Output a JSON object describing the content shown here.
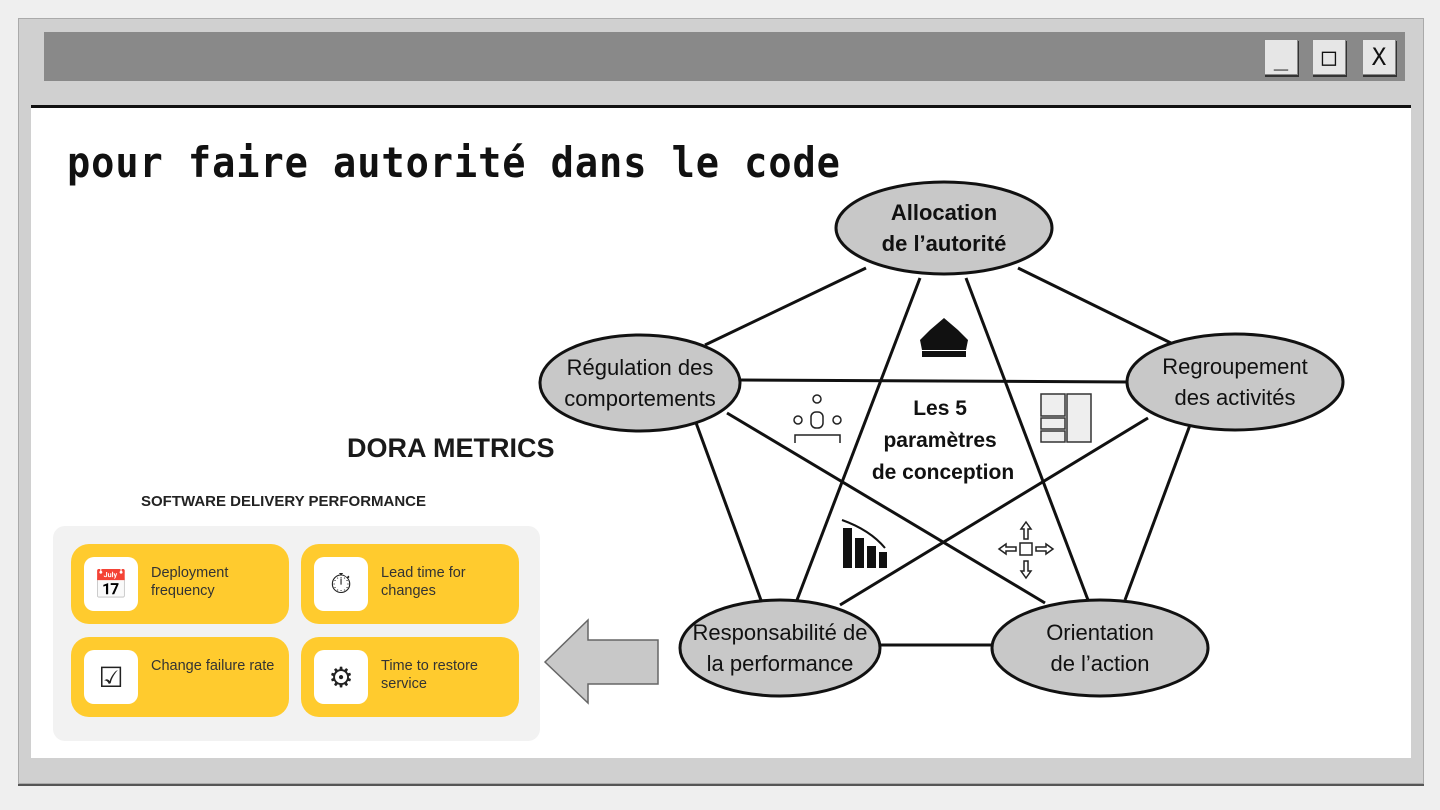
{
  "window": {
    "controls": {
      "minimize": "_",
      "maximize": "□",
      "close": "X"
    }
  },
  "heading": "pour faire autorité dans le code",
  "dora": {
    "title": "DORA METRICS",
    "subtitle": "SOFTWARE DELIVERY PERFORMANCE",
    "accent": "#ffcb2e",
    "cards": [
      {
        "label": "Deployment frequency",
        "icon": "calendar-icon"
      },
      {
        "label": "Lead time for changes",
        "icon": "stopwatch-icon"
      },
      {
        "label": "Change failure rate",
        "icon": "checklist-icon"
      },
      {
        "label": "Time to restore service",
        "icon": "gear-wrench-icon"
      }
    ]
  },
  "diagram": {
    "center": [
      "Les 5",
      "paramètres",
      "de conception"
    ],
    "nodes": [
      {
        "lines": [
          "Allocation",
          "de l’autorité"
        ],
        "icon": "crown-icon"
      },
      {
        "lines": [
          "Regroupement",
          "des activités"
        ],
        "icon": "grid-blocks-icon"
      },
      {
        "lines": [
          "Orientation",
          "de l’action"
        ],
        "icon": "arrows-cross-icon"
      },
      {
        "lines": [
          "Responsabilité de",
          "la performance"
        ],
        "icon": "declining-chart-icon"
      },
      {
        "lines": [
          "Régulation des",
          "comportements"
        ],
        "icon": "person-gears-icon"
      }
    ],
    "node_fill": "#c8c8c8"
  }
}
